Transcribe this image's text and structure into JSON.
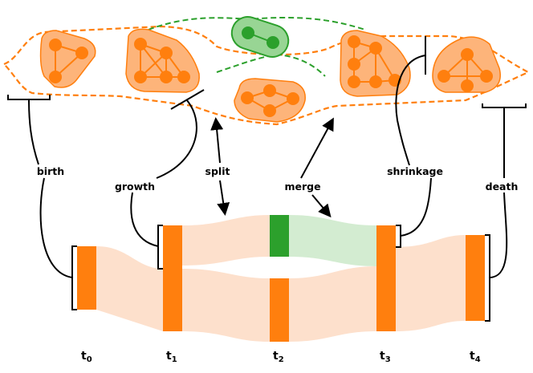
{
  "events": {
    "birth": "birth",
    "growth": "growth",
    "split": "split",
    "merge": "merge",
    "shrinkage": "shrinkage",
    "death": "death"
  },
  "timesteps": [
    {
      "main": "t",
      "sub": "0"
    },
    {
      "main": "t",
      "sub": "1"
    },
    {
      "main": "t",
      "sub": "2"
    },
    {
      "main": "t",
      "sub": "3"
    },
    {
      "main": "t",
      "sub": "4"
    }
  ],
  "colors": {
    "orange": "#ff7f0e",
    "orange_fill": "#fdb47a",
    "orange_flow": "#fde0cc",
    "green": "#2ca02c",
    "green_fill": "#98d594",
    "green_flow": "#d3ecd1"
  }
}
